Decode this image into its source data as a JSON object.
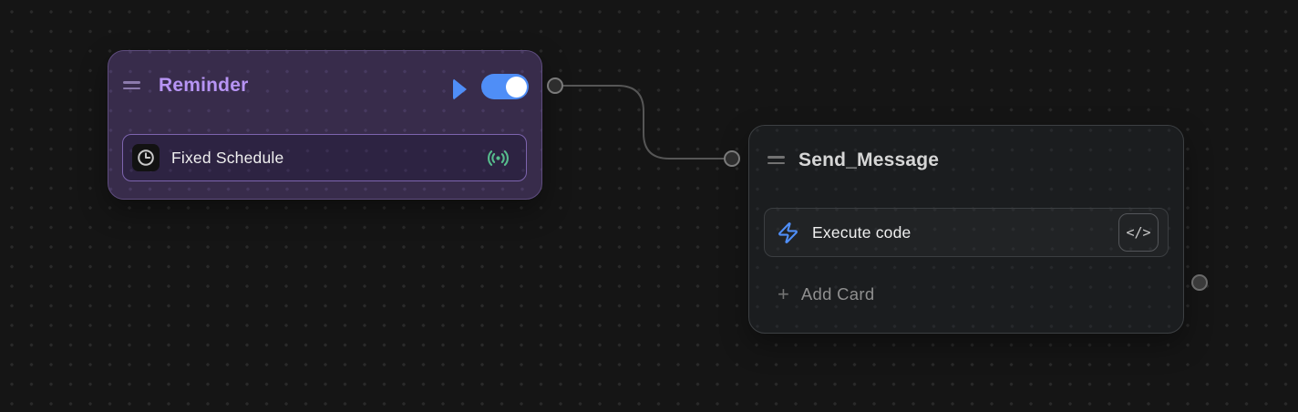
{
  "canvas": {
    "background_color": "#151515",
    "dot_color": "#2a2a2a"
  },
  "nodes": [
    {
      "title": "Reminder",
      "title_color": "#b794f4",
      "body_color": "#382c4b",
      "border_color": "#5f4d7f",
      "accent_color": "#4f8ef7",
      "toggle_state": "on",
      "cards": [
        {
          "label": "Fixed Schedule",
          "left_icon": "clock-icon",
          "right_icon": "broadcast-icon",
          "right_icon_color": "#57bd8d"
        }
      ]
    },
    {
      "title": "Send_Message",
      "title_color": "#d6d6d6",
      "body_color": "#1b1d1f",
      "border_color": "#3d4043",
      "cards": [
        {
          "label": "Execute code",
          "left_icon": "zap-icon",
          "left_icon_color": "#4f8ef7",
          "right_icon": "code-icon",
          "right_icon_glyph": "</>"
        }
      ],
      "add_card_label": "Add Card"
    }
  ],
  "icons": {
    "plus": "+"
  },
  "edges": [
    {
      "from": "Reminder",
      "to": "Send_Message",
      "color": "#565656"
    }
  ]
}
